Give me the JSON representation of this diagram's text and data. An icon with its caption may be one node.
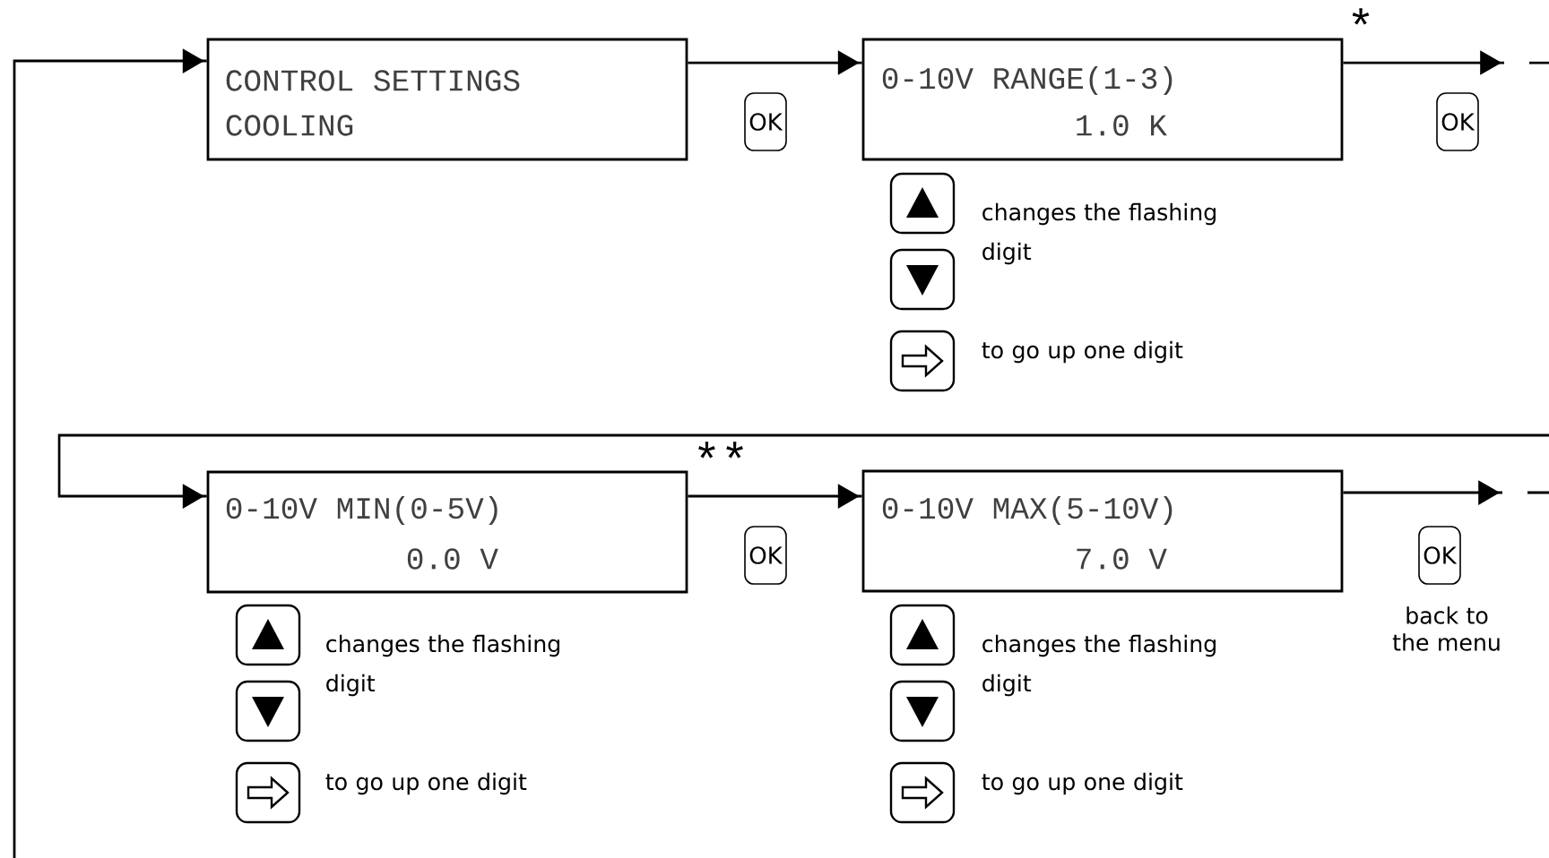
{
  "diagram": {
    "nodes": [
      {
        "text": [
          "CONTROL SETTINGS",
          "COOLING"
        ]
      },
      {
        "text": [
          "0-10V RANGE(1-3)",
          "1.0 K"
        ]
      },
      {
        "text": [
          "0-10V MIN(0-5V)",
          "0.0 V"
        ]
      },
      {
        "text": [
          "0-10V MAX(5-10V)",
          "7.0 V"
        ]
      }
    ],
    "edges": [
      {
        "from": null,
        "to": 0,
        "arrow": "to"
      },
      {
        "from": 0,
        "to": 1,
        "arrow": "to",
        "label": "OK"
      },
      {
        "from": 1,
        "to": null,
        "arrow": "to",
        "label": "OK"
      },
      {
        "from": null,
        "to": 2,
        "arrow": "to"
      },
      {
        "from": 2,
        "to": 3,
        "arrow": "to",
        "label": "OK"
      },
      {
        "from": 3,
        "to": null,
        "arrow": "to",
        "label": "OK"
      }
    ],
    "labels": [
      "*",
      "changes the flashing digit",
      "to go up one digit",
      "**",
      "changes the flashing digit",
      "to go up one digit",
      "changes the flashing digit",
      "to go up one digit",
      "back to the menu"
    ]
  }
}
